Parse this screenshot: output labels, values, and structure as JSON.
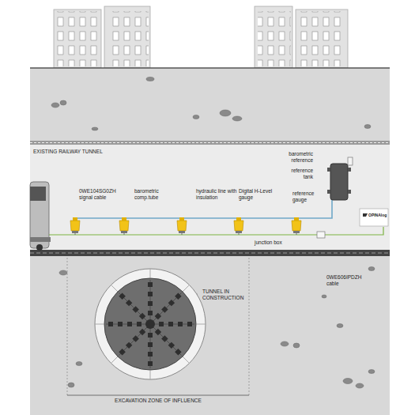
{
  "diagram": {
    "labels": [
      "EXISTING RAILWAY TUNNEL",
      "0WE104SG0ZH signal cable",
      "barometric comp.tube",
      "hydraulic line with insulation",
      "Digital H-Level gauge",
      "reference gauge",
      "barometric reference",
      "reference tank",
      "junction box",
      "OPINAlog",
      "0WE606IPDZH cable",
      "TUNNEL IN CONSTRUCTION",
      "EXCAVATION ZONE OF INFLUENCE"
    ]
  }
}
